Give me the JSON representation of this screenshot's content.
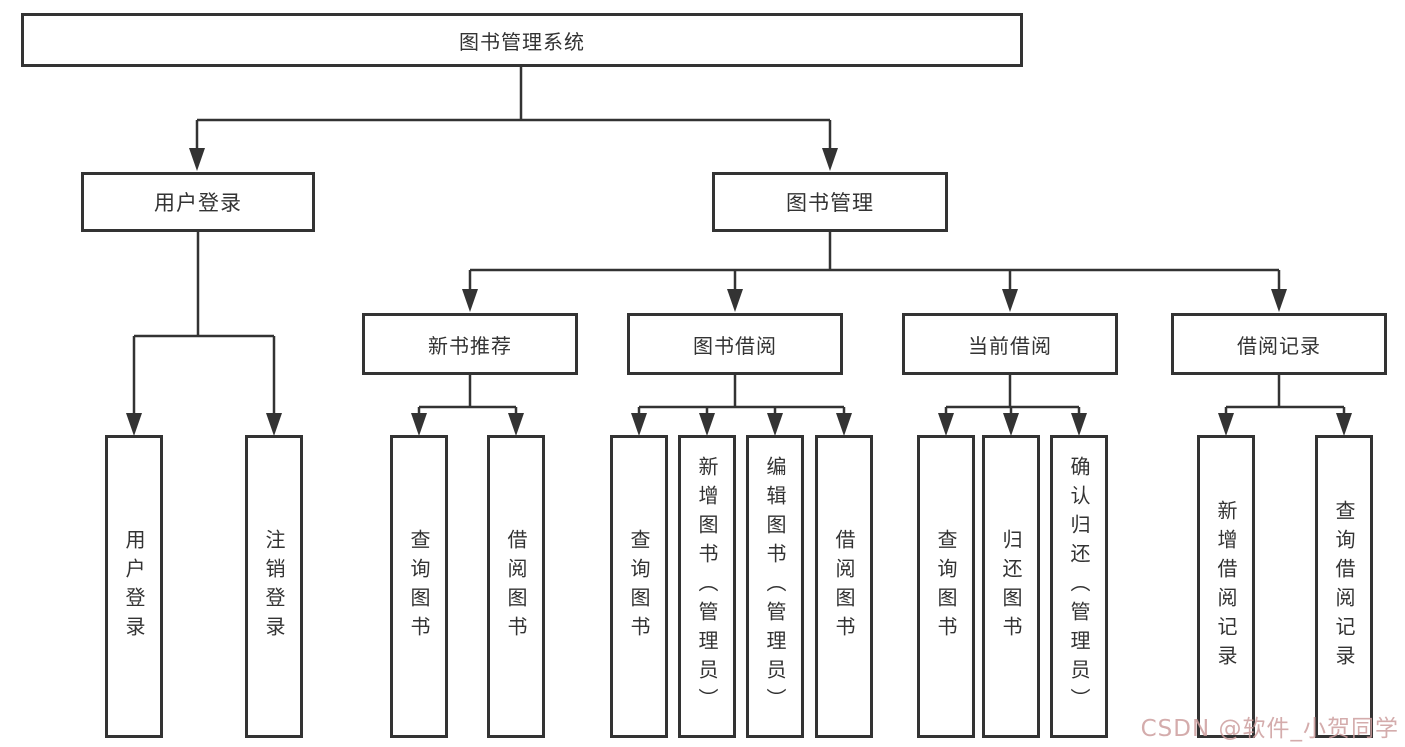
{
  "diagram": {
    "root": {
      "label": "图书管理系统"
    },
    "level2": [
      {
        "label": "用户登录"
      },
      {
        "label": "图书管理"
      }
    ],
    "level3": [
      {
        "label": "新书推荐"
      },
      {
        "label": "图书借阅"
      },
      {
        "label": "当前借阅"
      },
      {
        "label": "借阅记录"
      }
    ],
    "leaves": [
      {
        "label": "用户登录"
      },
      {
        "label": "注销登录"
      },
      {
        "label": "查询图书"
      },
      {
        "label": "借阅图书"
      },
      {
        "label": "查询图书"
      },
      {
        "label": "新增图书（管理员）"
      },
      {
        "label": "编辑图书（管理员）"
      },
      {
        "label": "借阅图书"
      },
      {
        "label": "查询图书"
      },
      {
        "label": "归还图书"
      },
      {
        "label": "确认归还（管理员）"
      },
      {
        "label": "新增借阅记录"
      },
      {
        "label": "查询借阅记录"
      }
    ]
  },
  "watermark": {
    "text": "CSDN @软件_小贺同学"
  },
  "colors": {
    "line": "#333333",
    "box_border": "#333333",
    "text": "#333333",
    "watermark_text": "#cd9e9e",
    "background": "#ffffff"
  }
}
